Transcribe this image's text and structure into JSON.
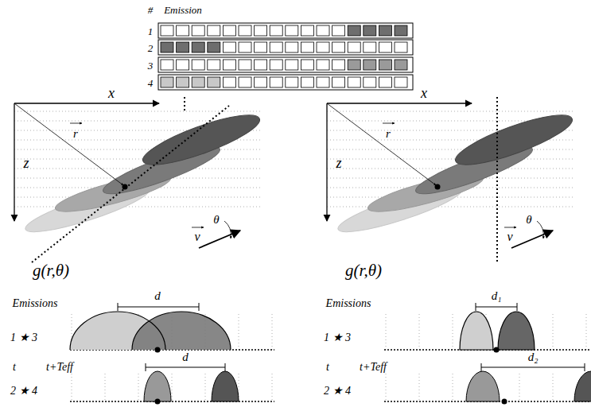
{
  "diagram": {
    "labels": [
      "#",
      "Emission",
      "1",
      "2",
      "3",
      "4",
      "x",
      "z",
      "r",
      "g(r,θ)",
      "v",
      "θ",
      "x",
      "z",
      "r",
      "g(r,θ)",
      "v",
      "θ",
      "Emissions",
      "1 ★ 3",
      "t",
      "t+Teff",
      "2 ★ 4",
      "d",
      "d",
      "Emissions",
      "1 ★ 3",
      "t",
      "t+Teff",
      "2 ★ 4",
      "d₁",
      "d₂"
    ]
  }
}
